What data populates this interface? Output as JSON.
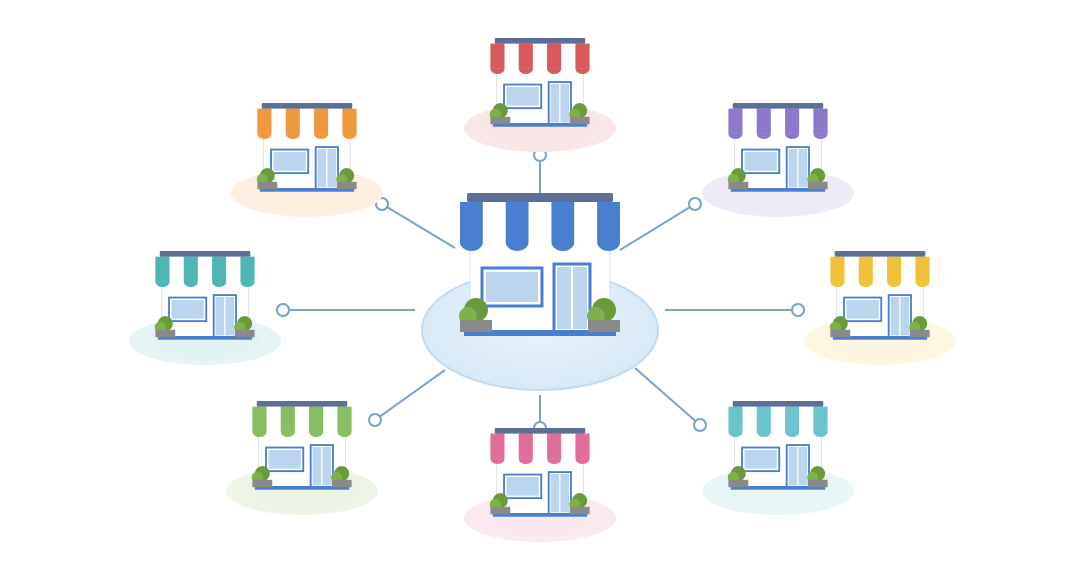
{
  "diagram": {
    "hub": {
      "name": "central-store",
      "accent": "#4a7fd0"
    },
    "branches": [
      {
        "name": "top",
        "accent": "#d85a5e"
      },
      {
        "name": "upper-right",
        "accent": "#8d78cc"
      },
      {
        "name": "right",
        "accent": "#f0c23a"
      },
      {
        "name": "lower-right",
        "accent": "#6cc3cc"
      },
      {
        "name": "bottom",
        "accent": "#df6e9a"
      },
      {
        "name": "lower-left",
        "accent": "#88bd62"
      },
      {
        "name": "left",
        "accent": "#4fb7b3"
      },
      {
        "name": "upper-left",
        "accent": "#f0983e"
      }
    ],
    "colors": {
      "connector": "#7aa3c9",
      "roof": "#5e6f96",
      "window": "#4a7fd0",
      "plant": "#6a9a3a",
      "planter": "#8a8a8a",
      "wall": "#ffffff"
    }
  }
}
